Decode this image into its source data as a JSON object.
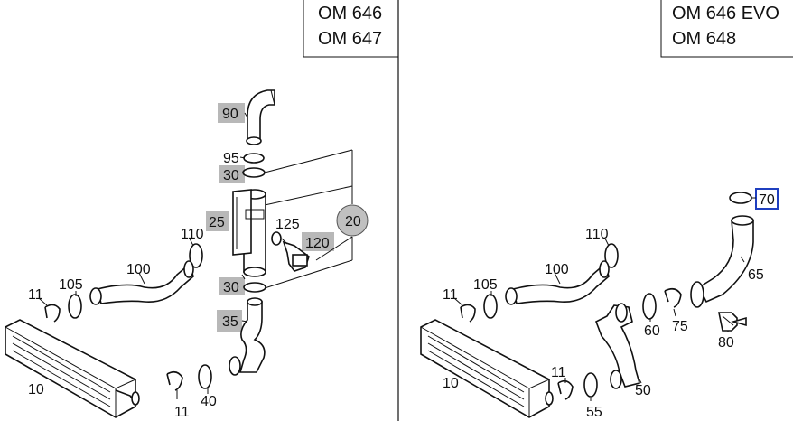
{
  "left": {
    "engine_title": [
      "OM 646",
      "OM 647"
    ],
    "labels": {
      "p90": "90",
      "p95": "95",
      "p30a": "30",
      "p25": "25",
      "p125": "125",
      "p20": "20",
      "p120": "120",
      "p110": "110",
      "p100": "100",
      "p105": "105",
      "p11a": "11",
      "p30b": "30",
      "p35": "35",
      "p10": "10",
      "p11b": "11",
      "p40": "40"
    }
  },
  "right": {
    "engine_title": [
      "OM 646 EVO",
      "OM 648"
    ],
    "labels": {
      "p70": "70",
      "p110": "110",
      "p100": "100",
      "p105": "105",
      "p11a": "11",
      "p65": "65",
      "p60": "60",
      "p75": "75",
      "p80": "80",
      "p10": "10",
      "p11b": "11",
      "p50": "50",
      "p55": "55"
    }
  },
  "colors": {
    "highlight": "#b8b8b8",
    "callout_box": "#1f3fbf",
    "line": "#111111"
  }
}
